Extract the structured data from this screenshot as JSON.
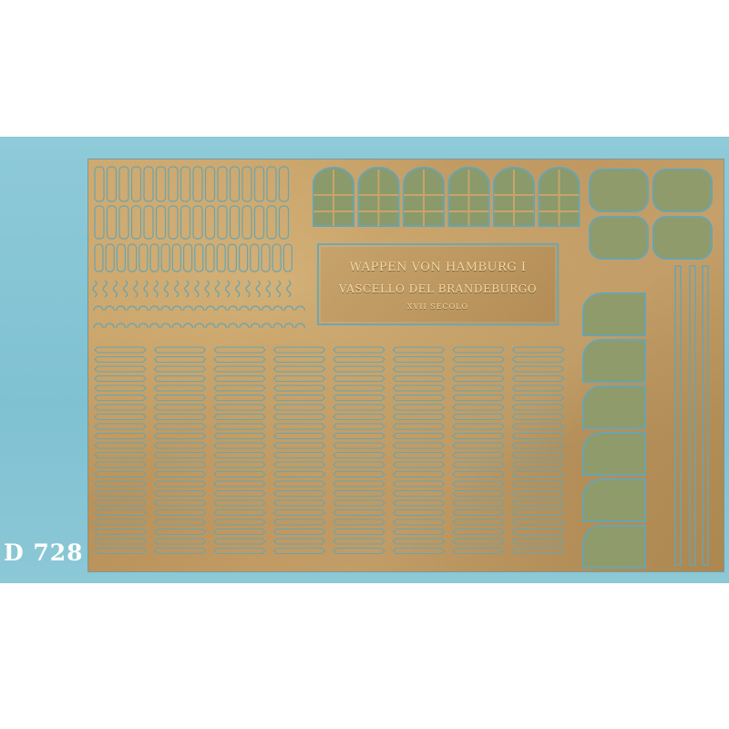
{
  "plate": {
    "line1": "WAPPEN VON HAMBURG I",
    "line2": "VASCELLO DEL BRANDEBURGO",
    "line3": "XVII SECOLO"
  },
  "product_code": "D 728",
  "colors": {
    "background": "#7fc1d2",
    "brass": "#c09a61",
    "glass": "#6fa7b1"
  }
}
